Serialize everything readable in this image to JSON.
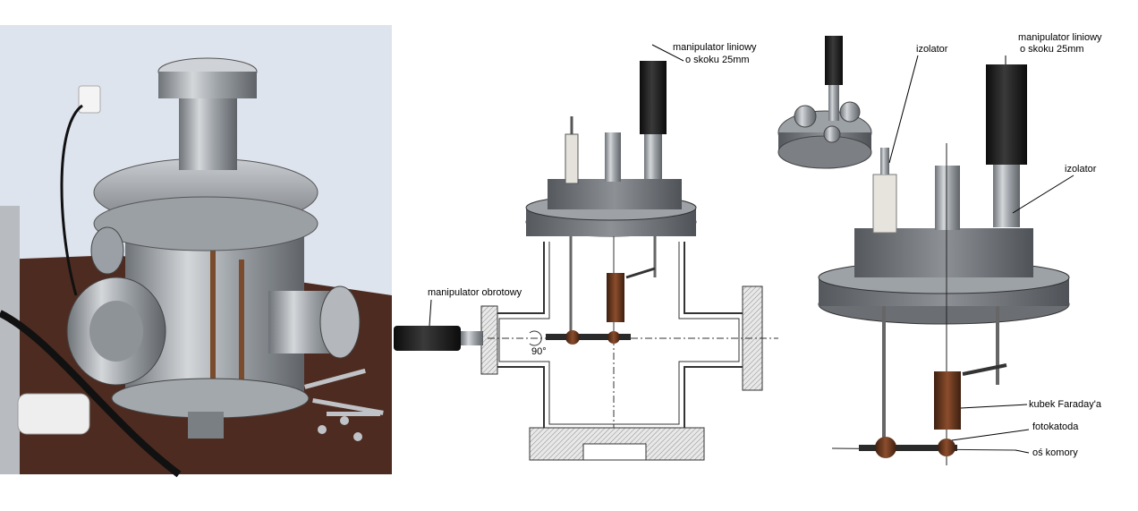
{
  "photo_panel": {
    "description_icon": "vacuum-chamber-photo"
  },
  "drawing_panel": {
    "label_linear_manipulator_line1": "manipulator liniowy",
    "label_linear_manipulator_line2": "o skoku 25mm",
    "label_rotary_manipulator": "manipulator obrotowy",
    "label_angle": "90°"
  },
  "render_panel": {
    "label_insulator_top": "izolator",
    "label_linear_manipulator_line1": "manipulator liniowy",
    "label_linear_manipulator_line2": "o skoku 25mm",
    "label_insulator_right": "izolator",
    "label_faraday_cup": "kubek Faraday'a",
    "label_photocathode": "fotokatoda",
    "label_chamber_axis": "oś komory"
  },
  "colors": {
    "steel": "#a9adb1",
    "dark_steel": "#5d6166",
    "black": "#1a1a1a",
    "copper": "#6a3a22",
    "ceramic": "#e6e3dc",
    "wall_bg": "#dfe6ef",
    "floor": "#4a2a20",
    "hatch": "#bdbdbd"
  }
}
